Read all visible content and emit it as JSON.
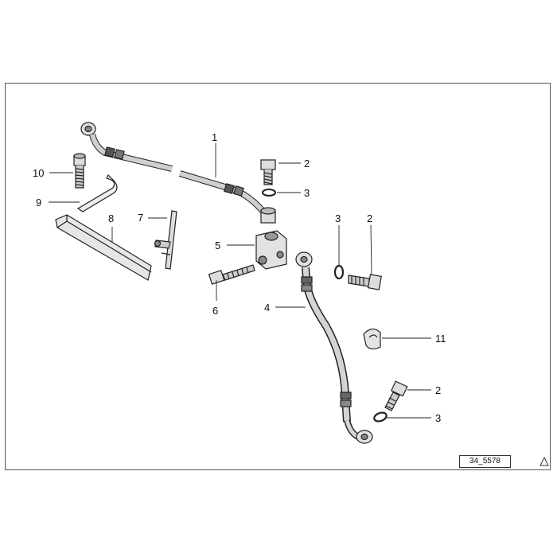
{
  "callouts": [
    {
      "id": "c1",
      "label": "1"
    },
    {
      "id": "c2a",
      "label": "2"
    },
    {
      "id": "c3a",
      "label": "3"
    },
    {
      "id": "c3b",
      "label": "3"
    },
    {
      "id": "c2b",
      "label": "2"
    },
    {
      "id": "c5",
      "label": "5"
    },
    {
      "id": "c6",
      "label": "6"
    },
    {
      "id": "c4",
      "label": "4"
    },
    {
      "id": "c11",
      "label": "11"
    },
    {
      "id": "c2c",
      "label": "2"
    },
    {
      "id": "c3c",
      "label": "3"
    },
    {
      "id": "c7",
      "label": "7"
    },
    {
      "id": "c8",
      "label": "8"
    },
    {
      "id": "c9",
      "label": "9"
    },
    {
      "id": "c10",
      "label": "10"
    }
  ],
  "reference_number": "34_5578",
  "icons": {
    "corner": "warning-triangle-icon"
  },
  "colors": {
    "line": "#222222",
    "part_fill": "#d8d8d8",
    "part_dark": "#8a8a8a"
  }
}
